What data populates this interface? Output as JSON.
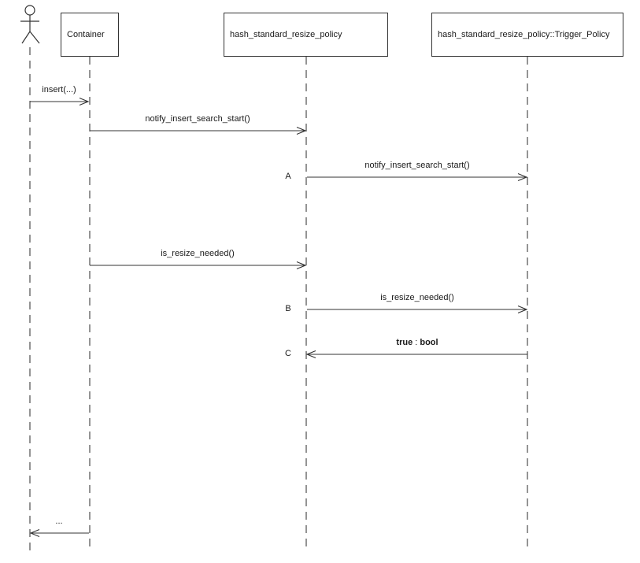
{
  "participants": [
    {
      "label": "Container"
    },
    {
      "label": "hash_standard_resize_policy"
    },
    {
      "label": "hash_standard_resize_policy::Trigger_Policy"
    }
  ],
  "messages": [
    {
      "label": "insert(...)"
    },
    {
      "label": "notify_insert_search_start()"
    },
    {
      "seq": "A",
      "label": "notify_insert_search_start()"
    },
    {
      "label": "is_resize_needed()"
    },
    {
      "seq": "B",
      "label": "is_resize_needed()"
    },
    {
      "seq": "C",
      "return_value": "true",
      "separator": " : ",
      "return_type": "bool"
    },
    {
      "label": "..."
    }
  ]
}
